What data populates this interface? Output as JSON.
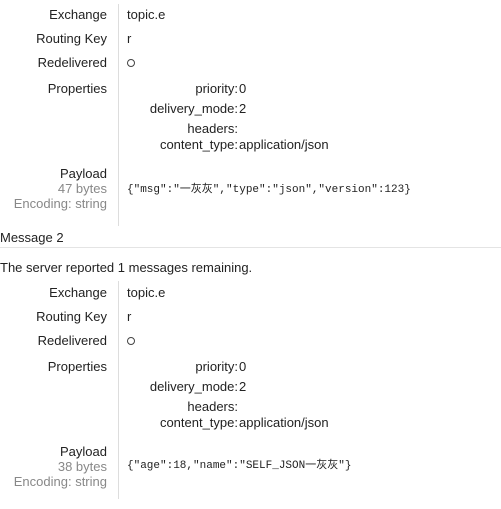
{
  "labels": {
    "exchange": "Exchange",
    "routing_key": "Routing Key",
    "redelivered": "Redelivered",
    "properties": "Properties",
    "payload": "Payload",
    "priority": "priority:",
    "delivery_mode": "delivery_mode:",
    "headers": "headers:",
    "content_type": "content_type:"
  },
  "message1": {
    "exchange": "topic.e",
    "routing_key": "r",
    "priority": "0",
    "delivery_mode": "2",
    "content_type": "application/json",
    "payload_size": "47 bytes",
    "encoding": "Encoding: string",
    "payload": "{\"msg\":\"一灰灰\",\"type\":\"json\",\"version\":123}"
  },
  "message2_header": "Message 2",
  "remaining_text": "The server reported 1 messages remaining.",
  "message2": {
    "exchange": "topic.e",
    "routing_key": "r",
    "priority": "0",
    "delivery_mode": "2",
    "content_type": "application/json",
    "payload_size": "38 bytes",
    "encoding": "Encoding: string",
    "payload": "{\"age\":18,\"name\":\"SELF_JSON一灰灰\"}"
  }
}
